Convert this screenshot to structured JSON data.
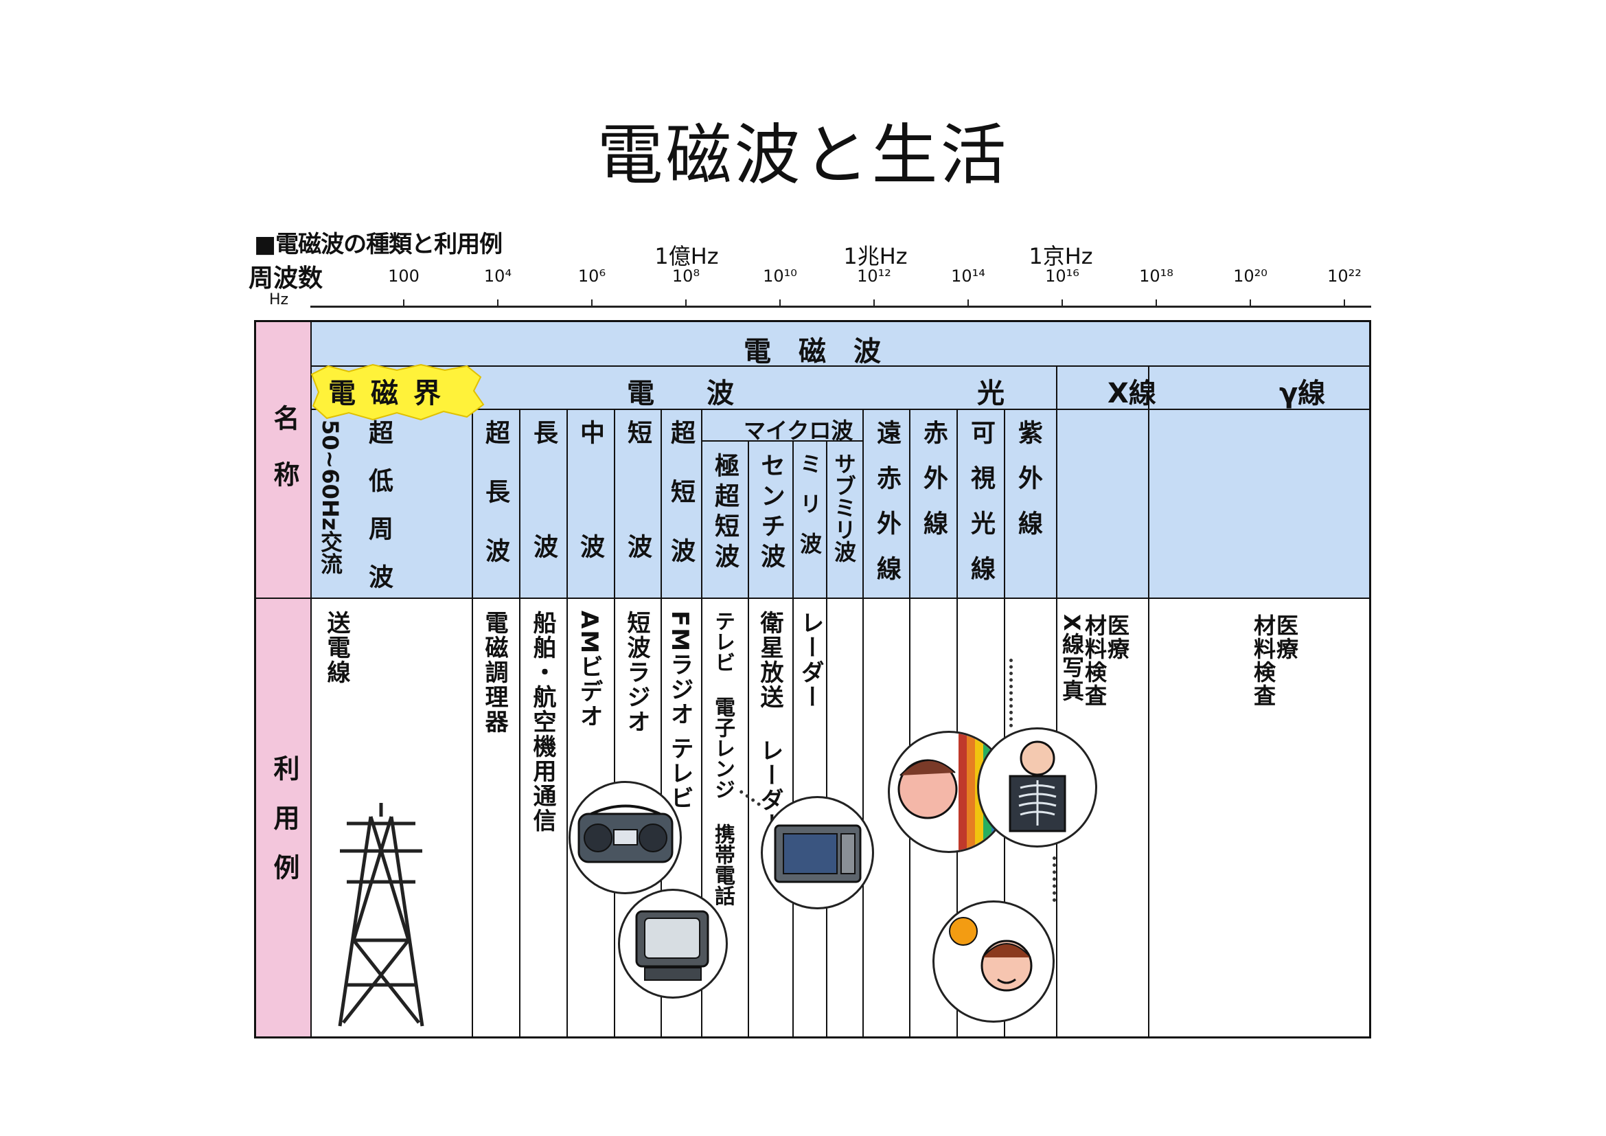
{
  "title": "電磁波と生活",
  "caption": "■電磁波の種類と利用例",
  "axis": {
    "label": "周波数",
    "unit": "Hz",
    "ticks": [
      "100",
      "10⁴",
      "10⁶",
      "10⁸",
      "10¹⁰",
      "10¹²",
      "10¹⁴",
      "10¹⁶",
      "10¹⁸",
      "10²⁰",
      "10²²"
    ],
    "major": [
      "1億Hz",
      "1兆Hz",
      "1京Hz"
    ]
  },
  "side": {
    "name": "名称",
    "usage": "利用例"
  },
  "headers": {
    "em_wave": "電磁波",
    "em_field": "電磁界",
    "radio": "電波",
    "light": "光",
    "xray": "X線",
    "gamma": "γ線",
    "microwave": "マイクロ波"
  },
  "bands": [
    "50~60Hz交流",
    "超低周波",
    "超長波",
    "長波",
    "中波",
    "短波",
    "超短波",
    "極超短波",
    "センチ波",
    "ミリ波",
    "サブミリ波",
    "遠赤外線",
    "赤外線",
    "可視光線",
    "紫外線"
  ],
  "uses": {
    "power_line": "送電線",
    "induction": "電磁調理器",
    "ship": "船舶・航空機用通信",
    "am": "AMビデオ",
    "shortwave": "短波ラジオ",
    "fm": "FMラジオ テレビ",
    "uhf": "テレビ 電子レンジ 携帯電話",
    "satellite": "衛星放送 レーダー",
    "radar": "レーダー",
    "xray_a": "医療",
    "xray_b": "材料検査",
    "xray_c": "X線写真",
    "gamma_a": "医療",
    "gamma_b": "材料検査"
  },
  "colors": {
    "header_bg": "#c6dcf5",
    "side_bg": "#f3c6dc",
    "field_badge": "#fff23a"
  }
}
